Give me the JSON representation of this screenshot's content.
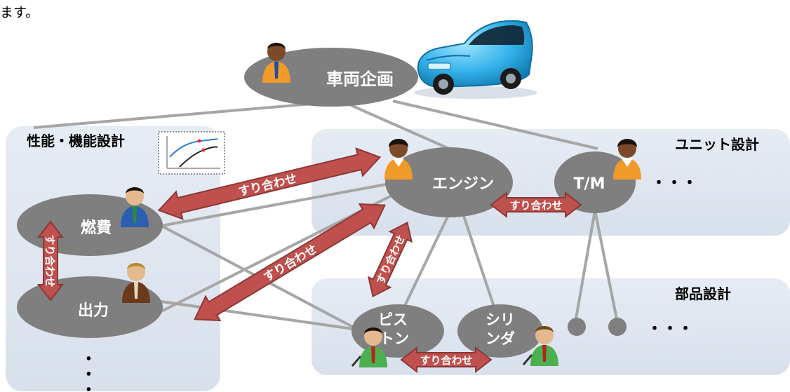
{
  "intro_text": "ます。",
  "panels": {
    "performance": "性能・機能設計",
    "unit": "ユニット設計",
    "parts": "部品設計"
  },
  "nodes": {
    "vehicle_planning": "車両企画",
    "fuel": "燃費",
    "output": "出力",
    "engine": "エンジン",
    "transmission": "T/M",
    "piston_line1": "ピス",
    "piston_line2": "トン",
    "cylinder_line1": "シリ",
    "cylinder_line2": "ンダ"
  },
  "ellipsis": {
    "unit": "・・・",
    "parts": "・・・",
    "performance": "・・・"
  },
  "coordination_label": "すり合わせ",
  "colors": {
    "panel_fill": "#dfe6f0",
    "node_fill": "#7f7f7f",
    "arrow_fill": "#c0504d",
    "arrow_stroke": "#8c3836",
    "connector": "#a6a6a6",
    "car_body": "#3ab4ea"
  }
}
